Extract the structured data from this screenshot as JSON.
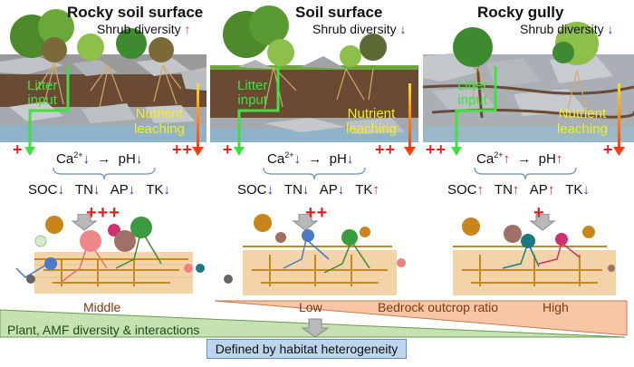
{
  "panels": [
    {
      "title": "Rocky soil surface",
      "shrub_label": "Shrub diversity",
      "shrub_trend": "↑",
      "shrub_trend_dir": "up",
      "litter_label_line1": "Litter",
      "litter_label_line2": "input",
      "nutrient_label_line1": "Nutrient",
      "nutrient_label_line2": "leaching",
      "litter_strength": "+",
      "leaching_strength": "++",
      "ca_label": "Ca",
      "ca_sup": "2+",
      "ca_trend": "↓",
      "ca_trend_dir": "down",
      "arrow": "→",
      "ph_label": "pH",
      "ph_trend": "↓",
      "ph_trend_dir": "down",
      "nutrients": [
        {
          "name": "SOC",
          "trend": "↓",
          "dir": "down"
        },
        {
          "name": "TN",
          "trend": "↓",
          "dir": "down"
        },
        {
          "name": "AP",
          "trend": "↓",
          "dir": "down"
        },
        {
          "name": "TK",
          "trend": "↓",
          "dir": "down"
        }
      ],
      "amf_effect": "+++"
    },
    {
      "title": "Soil surface",
      "shrub_label": "Shrub diversity",
      "shrub_trend": "↓",
      "shrub_trend_dir": "down",
      "litter_label_line1": "Litter",
      "litter_label_line2": "input",
      "nutrient_label_line1": "Nutrient",
      "nutrient_label_line2": "leaching",
      "litter_strength": "+",
      "leaching_strength": "++",
      "ca_label": "Ca",
      "ca_sup": "2+",
      "ca_trend": "↓",
      "ca_trend_dir": "down",
      "arrow": "→",
      "ph_label": "pH",
      "ph_trend": "↓",
      "ph_trend_dir": "down",
      "nutrients": [
        {
          "name": "SOC",
          "trend": "↓",
          "dir": "down"
        },
        {
          "name": "TN",
          "trend": "↓",
          "dir": "down"
        },
        {
          "name": "AP",
          "trend": "↓",
          "dir": "down"
        },
        {
          "name": "TK",
          "trend": "↑",
          "dir": "up"
        }
      ],
      "amf_effect": "++"
    },
    {
      "title": "Rocky gully",
      "shrub_label": "Shrub diversity",
      "shrub_trend": "↓",
      "shrub_trend_dir": "down",
      "litter_label_line1": "Litter",
      "litter_label_line2": "input",
      "nutrient_label_line1": "Nutrient",
      "nutrient_label_line2": "leaching",
      "litter_strength": "++",
      "leaching_strength": "+",
      "ca_label": "Ca",
      "ca_sup": "2+",
      "ca_trend": "↑",
      "ca_trend_dir": "up",
      "arrow": "→",
      "ph_label": "pH",
      "ph_trend": "↑",
      "ph_trend_dir": "up",
      "nutrients": [
        {
          "name": "SOC",
          "trend": "↑",
          "dir": "up"
        },
        {
          "name": "TN",
          "trend": "↑",
          "dir": "up"
        },
        {
          "name": "AP",
          "trend": "↑",
          "dir": "up"
        },
        {
          "name": "TK",
          "trend": "↓",
          "dir": "down"
        }
      ],
      "amf_effect": "+"
    }
  ],
  "gradients": {
    "middle_label": "Middle",
    "low_label": "Low",
    "bedrock_label": "Bedrock outcrop ratio",
    "high_label": "High",
    "plant_label": "Plant, AMF diversity & interactions",
    "defined_label": "Defined by habitat heterogeneity"
  },
  "colors": {
    "litter_green": "#3ee23e",
    "nutrient_yellow": "#f2ee20",
    "leach_red": "#ff4a10",
    "increase_red": "#e02020",
    "decrease_blue": "#2030c8",
    "bedrock_fill": "#f7c6a6",
    "plant_fill": "#c6e2b0",
    "defined_fill": "#bcd4ee"
  }
}
